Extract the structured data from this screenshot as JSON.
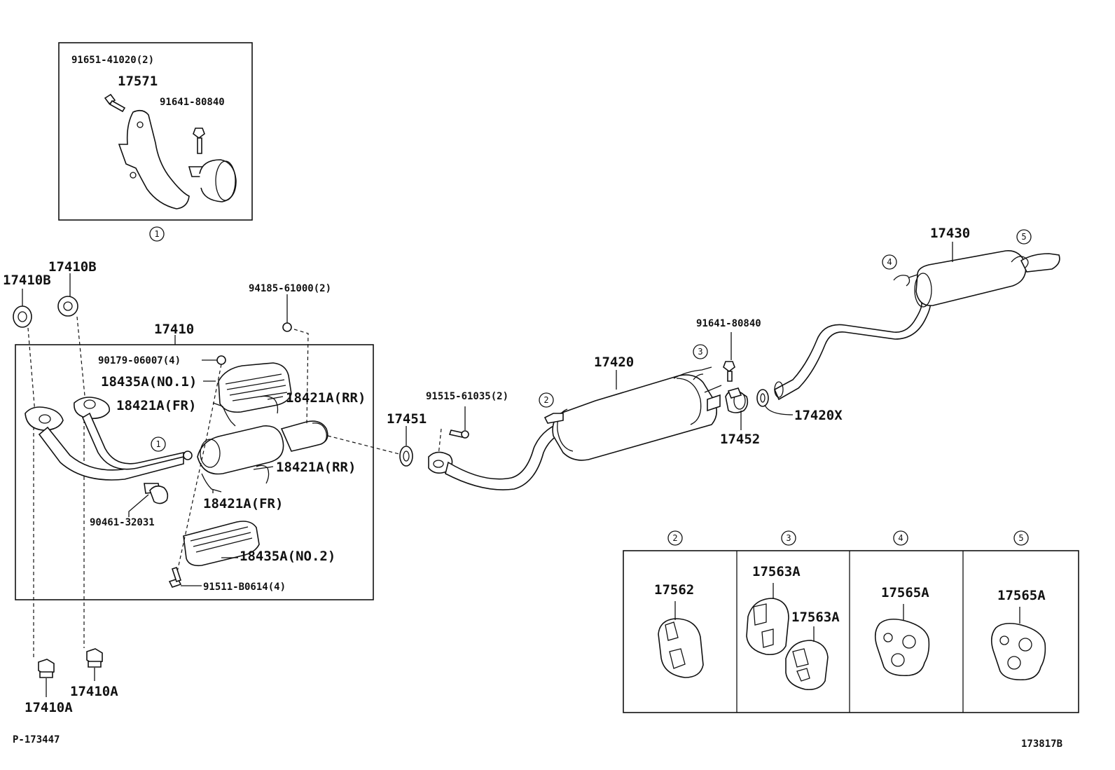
{
  "labels": {
    "p91651": "91651-41020(2)",
    "p17571": "17571",
    "p91641a": "91641-80840",
    "p17410b_l": "17410B",
    "p17410b_r": "17410B",
    "p94185": "94185-61000(2)",
    "p17410": "17410",
    "p90179": "90179-06007(4)",
    "p18435a1": "18435A(NO.1)",
    "p18421a_fr1": "18421A(FR)",
    "p18421a_rr1": "18421A(RR)",
    "p18421a_rr2": "18421A(RR)",
    "p18421a_fr2": "18421A(FR)",
    "p90461": "90461-32031",
    "p18435a2": "18435A(NO.2)",
    "p91511": "91511-B0614(4)",
    "p17410a_r": "17410A",
    "p17410a_l": "17410A",
    "p17451": "17451",
    "p91515": "91515-61035(2)",
    "p17420": "17420",
    "p91641b": "91641-80840",
    "p17452": "17452",
    "p17420x": "17420X",
    "p17430": "17430",
    "p17562": "17562",
    "p17563a_1": "17563A",
    "p17563a_2": "17563A",
    "p17565a_1": "17565A",
    "p17565a_2": "17565A",
    "footer_left": "P-173447",
    "footer_right": "173817B"
  },
  "callouts": {
    "c1_inset": "1",
    "c1_pipe": "1",
    "c2": "2",
    "c3": "3",
    "c4": "4",
    "c5": "5",
    "t2": "2",
    "t3": "3",
    "t4": "4",
    "t5": "5"
  }
}
